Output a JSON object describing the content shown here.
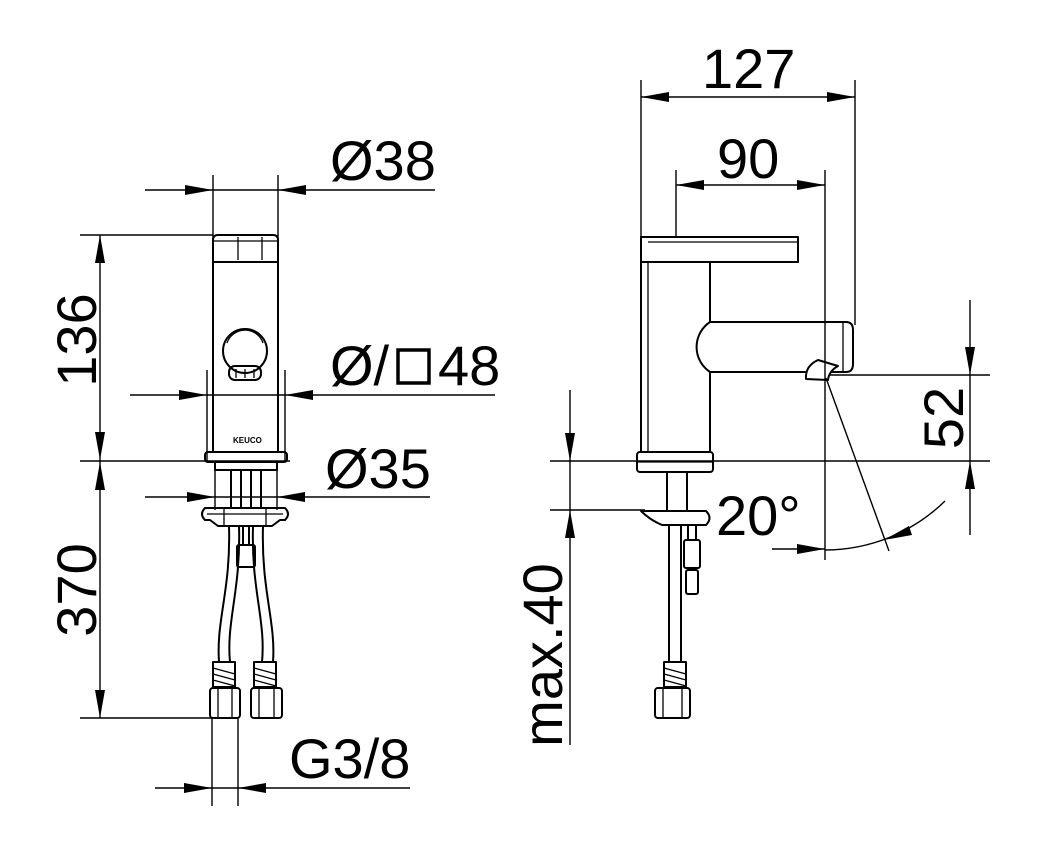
{
  "front_view": {
    "dim_top_diameter": "Ø38",
    "dim_body_height": "136",
    "dim_bore_prefix": "Ø/",
    "dim_bore_value": "48",
    "dim_shank_diameter": "Ø35",
    "dim_hose_length": "370",
    "dim_thread": "G3/8",
    "brand_logo": "KEUCO"
  },
  "side_view": {
    "dim_total_depth": "127",
    "dim_spout_reach": "90",
    "dim_spout_height": "52",
    "dim_spout_angle": "20°",
    "dim_max_counter_thickness": "max.40"
  },
  "symbols": {
    "bore_shape_icon": "square-icon",
    "line_color": "#000000",
    "background_color": "#ffffff"
  }
}
